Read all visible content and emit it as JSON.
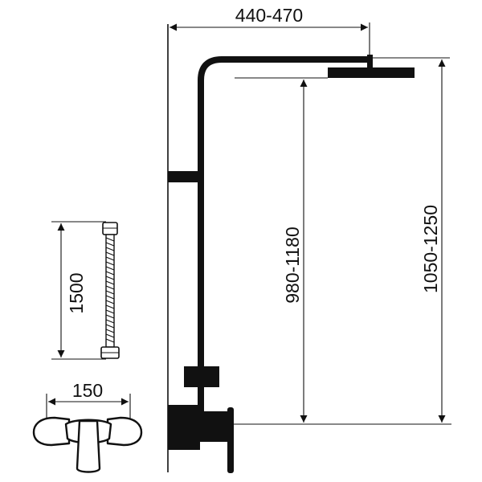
{
  "dimensions": {
    "arm_reach": "440-470",
    "head_height": "980-1180",
    "total_height": "1050-1250",
    "hose_length": "1500",
    "mixer_spacing": "150"
  },
  "colors": {
    "ink": "#111111",
    "background": "#ffffff"
  }
}
